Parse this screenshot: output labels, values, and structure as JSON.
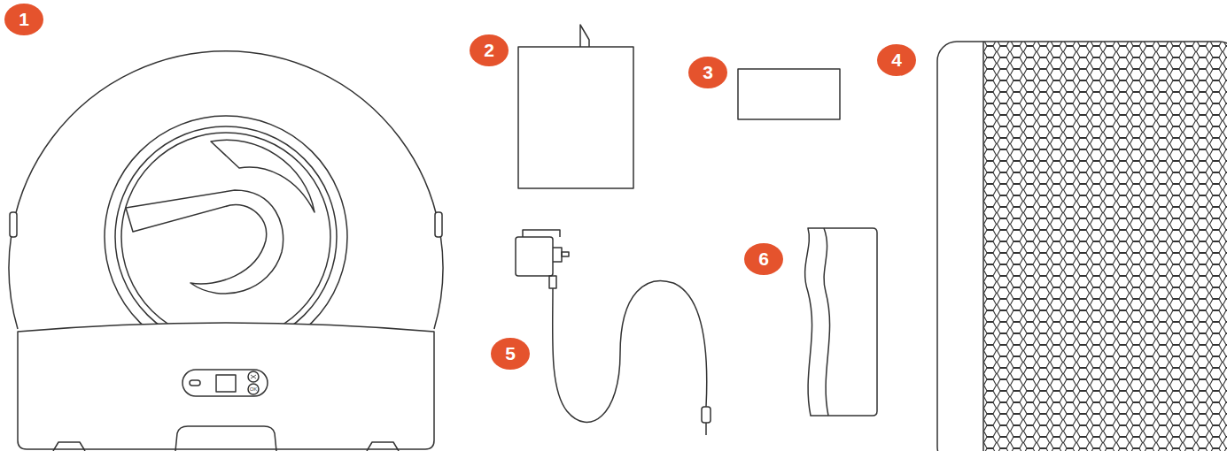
{
  "diagram": {
    "labels": [
      "1",
      "2",
      "3",
      "4",
      "5",
      "6",
      "OK"
    ]
  }
}
